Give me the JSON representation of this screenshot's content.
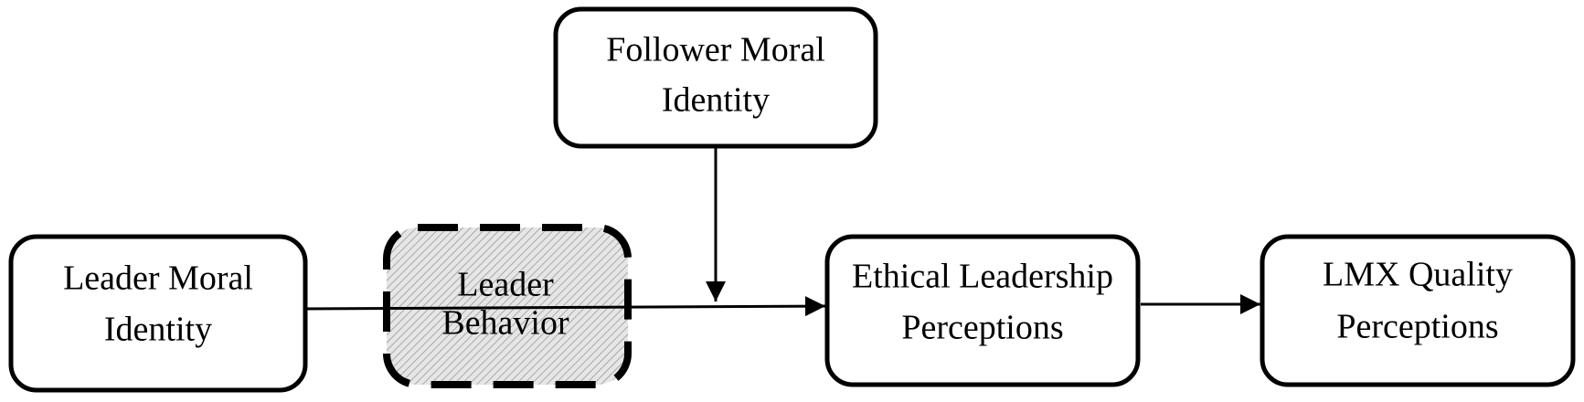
{
  "diagram": {
    "nodes": {
      "leader_moral_identity": {
        "lines": [
          "Leader Moral",
          "Identity"
        ]
      },
      "leader_behavior": {
        "lines": [
          "Leader",
          "Behavior"
        ]
      },
      "follower_moral_identity": {
        "lines": [
          "Follower Moral",
          "Identity"
        ]
      },
      "ethical_leadership_perceptions": {
        "lines": [
          "Ethical Leadership",
          "Perceptions"
        ]
      },
      "lmx_quality_perceptions": {
        "lines": [
          "LMX Quality",
          "Perceptions"
        ]
      }
    }
  }
}
